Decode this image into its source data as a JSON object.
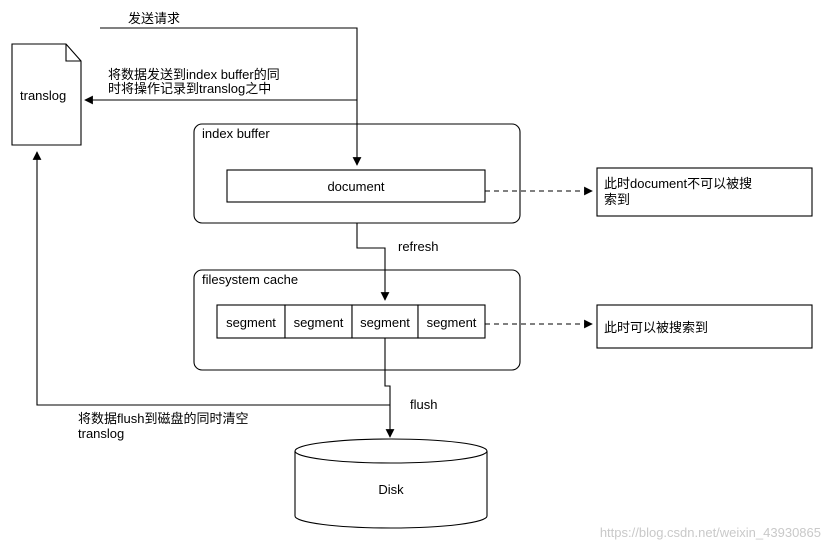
{
  "request_label": "发送请求",
  "translog_box_label": "translog",
  "write_translog_label": [
    "将数据发送到index buffer的同",
    "时将操作记录到translog之中"
  ],
  "index_buffer": {
    "title": "index buffer",
    "document_label": "document"
  },
  "refresh_label": "refresh",
  "filesystem_cache": {
    "title": "filesystem cache",
    "segments": [
      "segment",
      "segment",
      "segment",
      "segment"
    ]
  },
  "flush_label": "flush",
  "flush_note": [
    "将数据flush到磁盘的同时清空",
    "translog"
  ],
  "disk_label": "Disk",
  "note_document": [
    "此时document不可以被搜",
    "索到"
  ],
  "note_segment": "此时可以被搜索到",
  "watermark": "https://blog.csdn.net/weixin_43930865"
}
